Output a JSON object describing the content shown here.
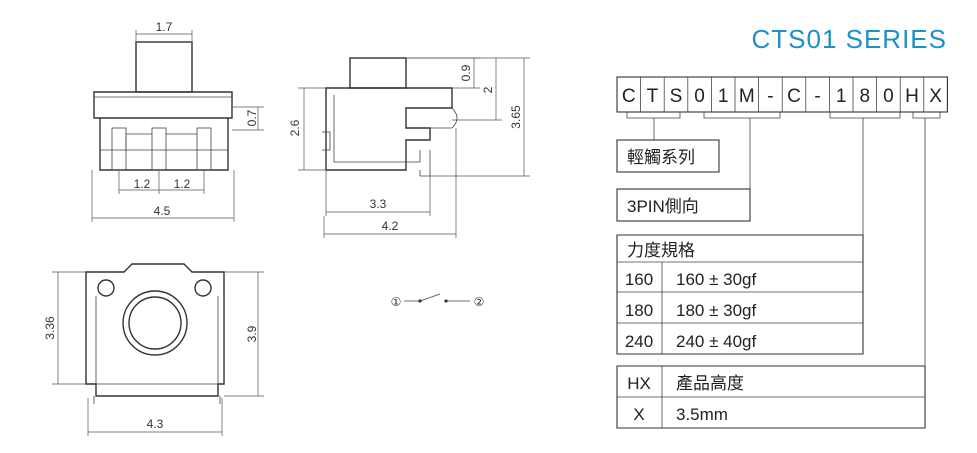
{
  "title": "CTS01 SERIES",
  "code_chars": [
    "C",
    "T",
    "S",
    "0",
    "1",
    "M",
    "-",
    "C",
    "-",
    "1",
    "8",
    "0",
    "H",
    "X"
  ],
  "front_view": {
    "dim_top": "1.7",
    "dim_right": "0.7",
    "dim_pitch1": "1.2",
    "dim_pitch2": "1.2",
    "dim_width": "4.5"
  },
  "side_view": {
    "dim_09": "0.9",
    "dim_2": "2",
    "dim_365": "3.65",
    "dim_26": "2.6",
    "dim_33": "3.3",
    "dim_42": "4.2"
  },
  "top_view": {
    "dim_336": "3.36",
    "dim_39": "3.9",
    "dim_43": "4.3"
  },
  "circuit": {
    "pin1": "①",
    "pin2": "②"
  },
  "legend": {
    "series_label": "輕觸系列",
    "type_label": "3PIN側向",
    "force_header": "力度規格",
    "force_rows": [
      {
        "code": "160",
        "value": "160 ± 30gf"
      },
      {
        "code": "180",
        "value": "180 ± 30gf"
      },
      {
        "code": "240",
        "value": "240 ± 40gf"
      }
    ],
    "height_header_code": "HX",
    "height_header_label": "產品高度",
    "height_rows": [
      {
        "code": "X",
        "value": "3.5mm"
      }
    ]
  }
}
